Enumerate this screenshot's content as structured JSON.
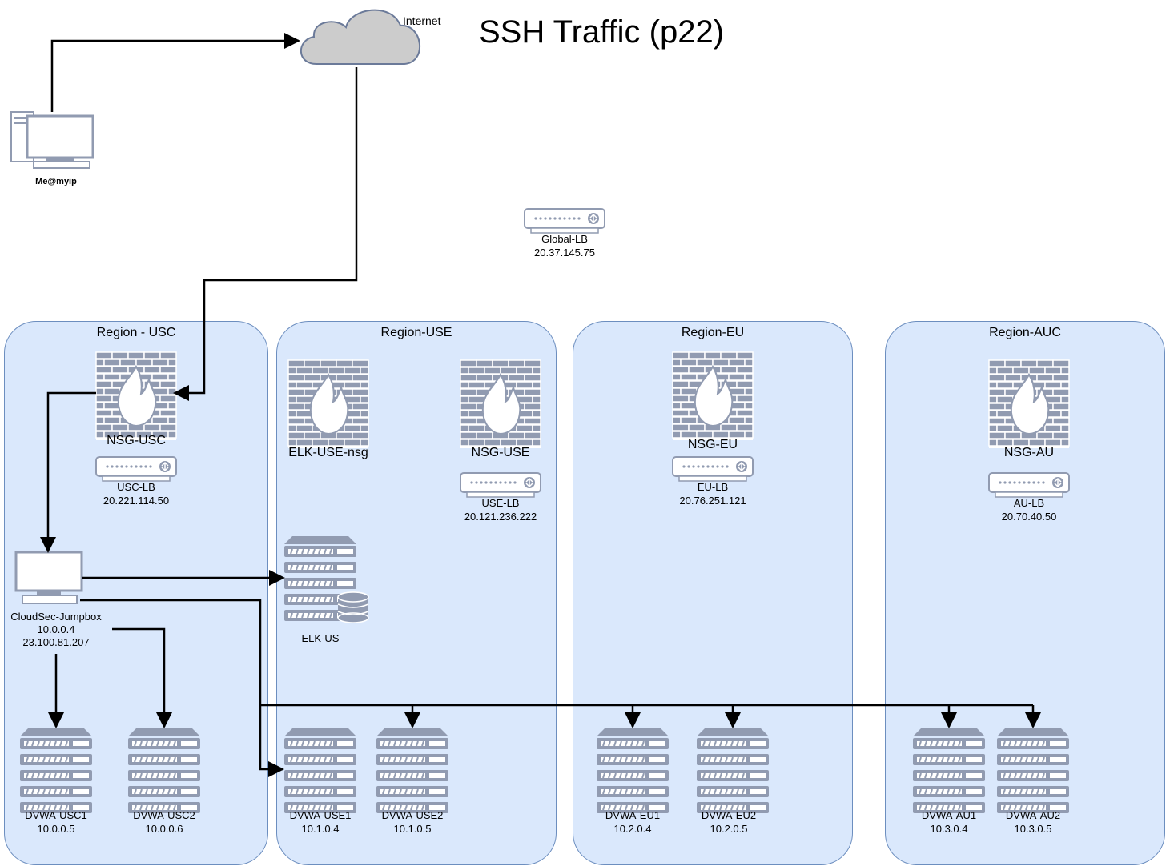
{
  "title": "SSH Traffic (p22)",
  "internet": "Internet",
  "me": "Me@myip",
  "global_lb": {
    "name": "Global-LB",
    "ip": "20.37.145.75"
  },
  "regions": {
    "usc": "Region - USC",
    "use": "Region-USE",
    "eu": "Region-EU",
    "auc": "Region-AUC"
  },
  "nsg": {
    "usc": "NSG-USC",
    "elk": "ELK-USE-nsg",
    "use": "NSG-USE",
    "eu": "NSG-EU",
    "au": "NSG-AU"
  },
  "lbs": {
    "usc": {
      "name": "USC-LB",
      "ip": "20.221.114.50"
    },
    "use": {
      "name": "USE-LB",
      "ip": "20.121.236.222"
    },
    "eu": {
      "name": "EU-LB",
      "ip": "20.76.251.121"
    },
    "au": {
      "name": "AU-LB",
      "ip": "20.70.40.50"
    }
  },
  "jumpbox": {
    "name": "CloudSec-Jumpbox",
    "ip_private": "10.0.0.4",
    "ip_public": "23.100.81.207"
  },
  "elk": "ELK-US",
  "servers": {
    "usc1": {
      "name": "DVWA-USC1",
      "ip": "10.0.0.5"
    },
    "usc2": {
      "name": "DVWA-USC2",
      "ip": "10.0.0.6"
    },
    "use1": {
      "name": "DVWA-USE1",
      "ip": "10.1.0.4"
    },
    "use2": {
      "name": "DVWA-USE2",
      "ip": "10.1.0.5"
    },
    "eu1": {
      "name": "DVWA-EU1",
      "ip": "10.2.0.4"
    },
    "eu2": {
      "name": "DVWA-EU2",
      "ip": "10.2.0.5"
    },
    "au1": {
      "name": "DVWA-AU1",
      "ip": "10.3.0.4"
    },
    "au2": {
      "name": "DVWA-AU2",
      "ip": "10.3.0.5"
    }
  }
}
